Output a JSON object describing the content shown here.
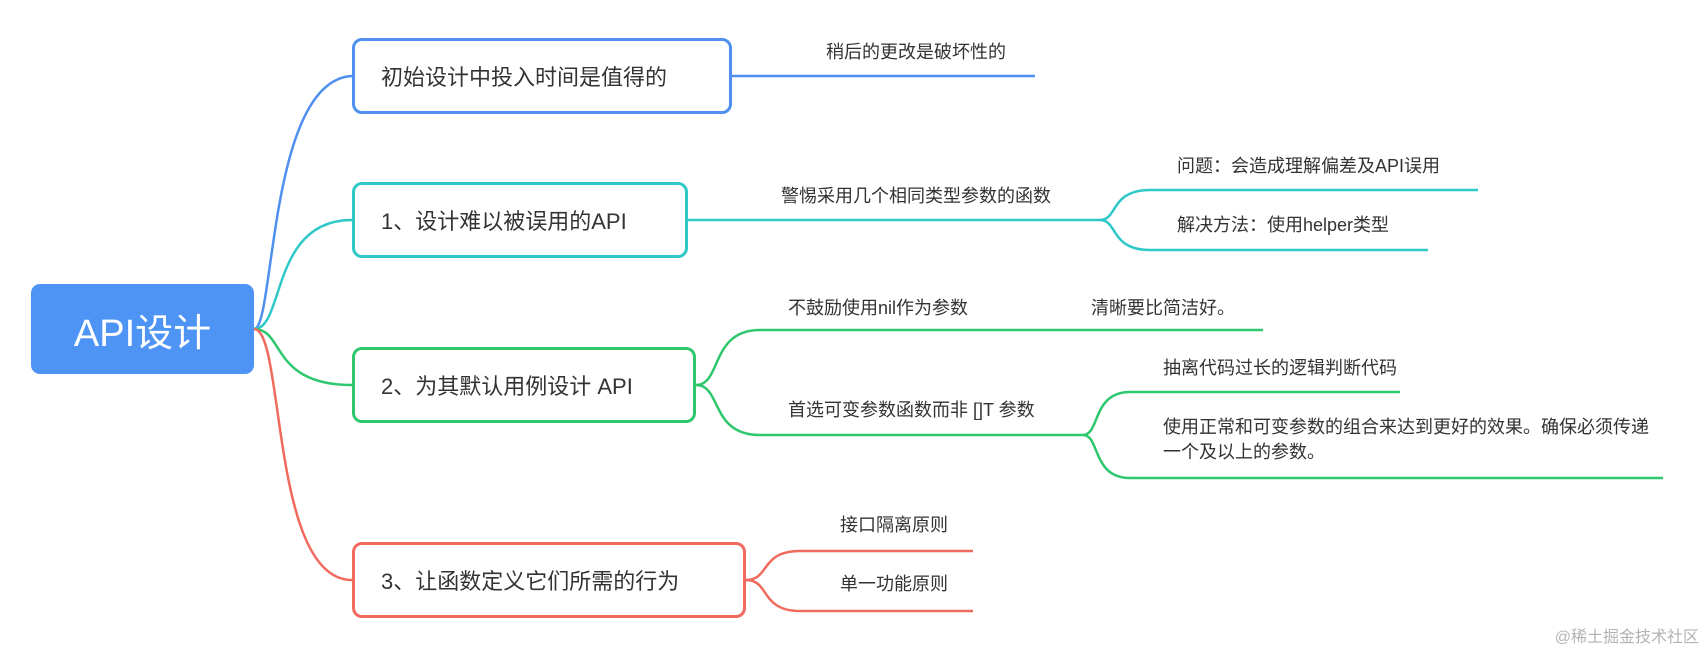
{
  "root": {
    "label": "API设计"
  },
  "branches": [
    {
      "label": "初始设计中投入时间是值得的",
      "color": "#4f8ff0"
    },
    {
      "label": "1、设计难以被误用的API",
      "color": "#2ec8c8"
    },
    {
      "label": "2、为其默认用例设计 API",
      "color": "#2ec76e"
    },
    {
      "label": "3、让函数定义它们所需的行为",
      "color": "#f06b5e"
    }
  ],
  "leaves": {
    "b0_0": "稍后的更改是破坏性的",
    "b1_0": "警惕采用几个相同类型参数的函数",
    "b1_0_0": "问题：会造成理解偏差及API误用",
    "b1_0_1": "解决方法：使用helper类型",
    "b2_0": "不鼓励使用nil作为参数",
    "b2_0_0": "清晰要比简洁好。",
    "b2_1": "首选可变参数函数而非 []T 参数",
    "b2_1_0": "抽离代码过长的逻辑判断代码",
    "b2_1_1": "使用正常和可变参数的组合来达到更好的效果。确保必须传递一个及以上的参数。",
    "b3_0": "接口隔离原则",
    "b3_1": "单一功能原则"
  },
  "watermark": "@稀土掘金技术社区"
}
